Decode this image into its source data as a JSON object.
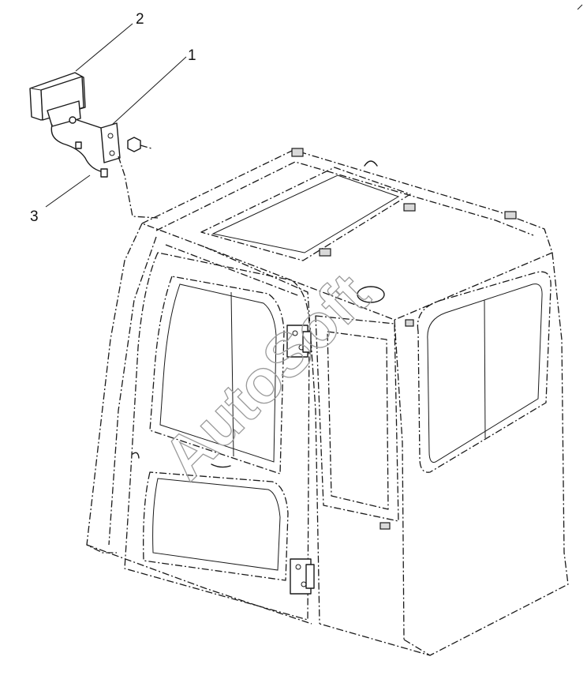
{
  "callouts": [
    {
      "label": "2"
    },
    {
      "label": "1"
    },
    {
      "label": "3"
    }
  ],
  "watermark": "AutoSoft"
}
